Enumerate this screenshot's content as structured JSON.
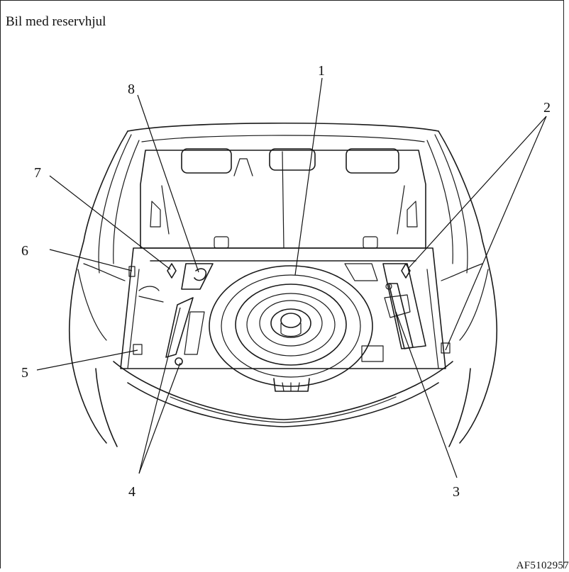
{
  "header": {
    "title": "Bil med reservhjul"
  },
  "footer": {
    "code": "AF5102957"
  },
  "callouts": {
    "c1": "1",
    "c2": "2",
    "c3": "3",
    "c4": "4",
    "c5": "5",
    "c6": "6",
    "c7": "7",
    "c8": "8"
  }
}
